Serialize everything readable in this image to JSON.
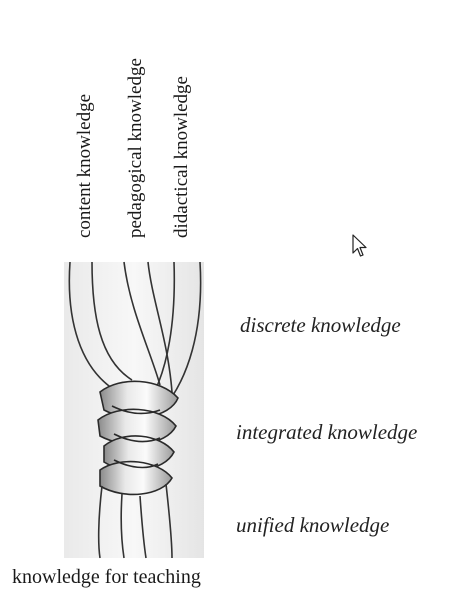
{
  "strands": [
    {
      "label": "content knowledge"
    },
    {
      "label": "pedagogical knowledge"
    },
    {
      "label": "didactical knowledge"
    }
  ],
  "levels": [
    {
      "label": "discrete knowledge"
    },
    {
      "label": "integrated knowledge"
    },
    {
      "label": "unified knowledge"
    }
  ],
  "bottom_label": "knowledge for teaching",
  "icons": {
    "cursor": "mouse-pointer-icon"
  }
}
